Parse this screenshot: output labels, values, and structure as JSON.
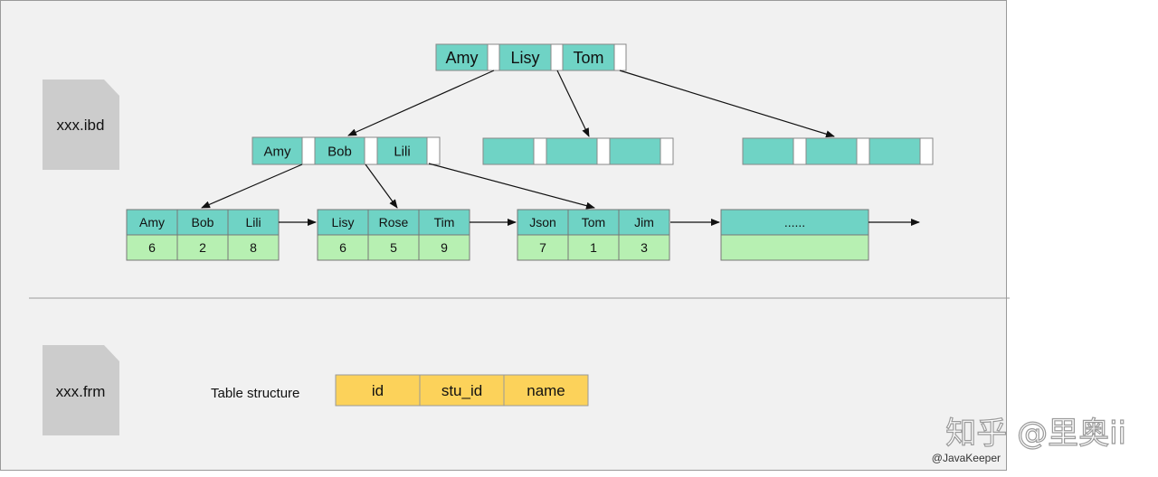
{
  "files": {
    "ibd": "xxx.ibd",
    "frm": "xxx.frm"
  },
  "tree": {
    "root": [
      "Amy",
      "Lisy",
      "Tom"
    ],
    "internal": [
      [
        "Amy",
        "Bob",
        "Lili"
      ],
      [
        "",
        "",
        ""
      ],
      [
        "",
        "",
        ""
      ]
    ],
    "leaves": [
      {
        "keys": [
          "Amy",
          "Bob",
          "Lili"
        ],
        "values": [
          "6",
          "2",
          "8"
        ]
      },
      {
        "keys": [
          "Lisy",
          "Rose",
          "Tim"
        ],
        "values": [
          "6",
          "5",
          "9"
        ]
      },
      {
        "keys": [
          "Json",
          "Tom",
          "Jim"
        ],
        "values": [
          "7",
          "1",
          "3"
        ]
      },
      {
        "keys": [
          "......"
        ],
        "values": [
          ""
        ]
      }
    ]
  },
  "table_structure": {
    "label": "Table structure",
    "columns": [
      "id",
      "stu_id",
      "name"
    ]
  },
  "watermark": {
    "main": "知乎 @里奥ii",
    "sub": "@JavaKeeper"
  },
  "colors": {
    "key_cell": "#6fd3c5",
    "value_cell": "#b7f0b2",
    "column_cell": "#fcd25a",
    "panel": "#f1f1f1",
    "file_icon": "#cccccc"
  }
}
